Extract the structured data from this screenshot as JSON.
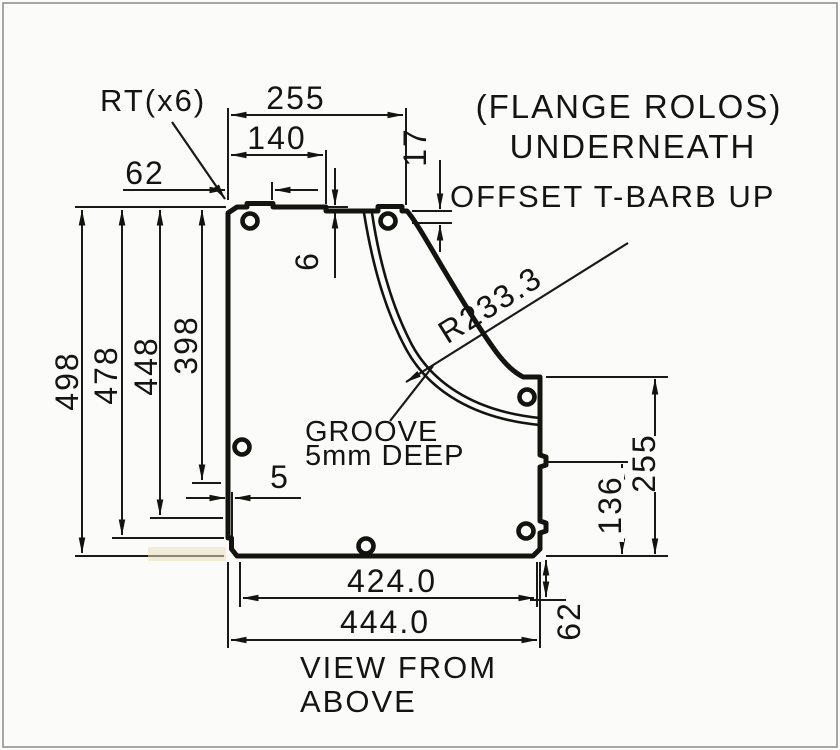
{
  "drawing": {
    "title": "VIEW FROM ABOVE",
    "callouts": {
      "rt": "RT(x6)",
      "flange_line1": "(FLANGE ROLOS)",
      "flange_line2": "UNDERNEATH",
      "offset_note": "OFFSET T-BARB UP",
      "radius": "R233.3",
      "groove_line1": "GROOVE",
      "groove_line2": "5mm DEEP",
      "view_line1": "VIEW FROM",
      "view_line2": "ABOVE"
    },
    "dimensions": {
      "top_width": "255",
      "top_inner_width": "140",
      "top_left_offset": "62",
      "curve_drop": "17",
      "edge_step": "6",
      "left_total": "498",
      "left_478": "478",
      "left_448": "448",
      "left_398": "398",
      "left_step": "5",
      "bottom_inner": "424.0",
      "bottom_total": "444.0",
      "bottom_right_offset": "62",
      "right_136": "136",
      "right_width": "255"
    },
    "line_color": "#14140f",
    "background": "#fbfbf9"
  }
}
